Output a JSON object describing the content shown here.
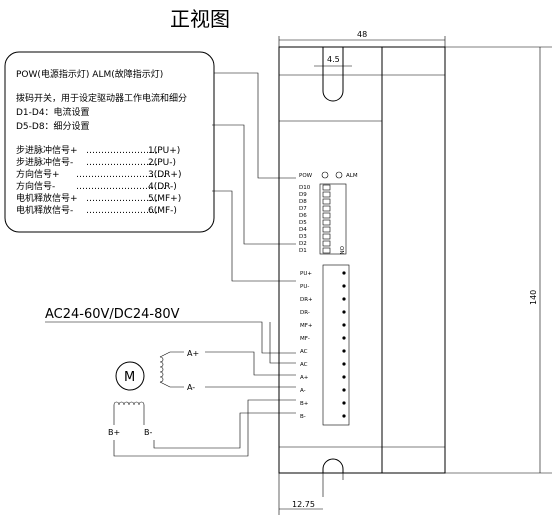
{
  "title": "正视图",
  "callout": {
    "indicators": "POW(电源指示灯)   ALM(故障指示灯)",
    "dip_desc": "拨码开关，用于设定驱动器工作电流和细分",
    "dip_current": "D1-D4：电流设置",
    "dip_micro": "D5-D8：细分设置",
    "signals": [
      {
        "name": "步进脉冲信号+",
        "dots": "……………………",
        "pin": "1(PU+)"
      },
      {
        "name": "步进脉冲信号-",
        "dots": "……………………",
        "pin": "2(PU-)"
      },
      {
        "name": "方向信号+",
        "dots": "…………………………",
        "pin": "3(DR+)"
      },
      {
        "name": "方向信号-",
        "dots": "…………………………",
        "pin": "4(DR-)"
      },
      {
        "name": "电机释放信号+",
        "dots": "……………………",
        "pin": "5(MF+)"
      },
      {
        "name": "电机释放信号-",
        "dots": "……………………",
        "pin": "6(MF-)"
      }
    ]
  },
  "power_label": "AC24-60V/DC24-80V",
  "motor": {
    "symbol": "M",
    "phase_a_plus": "A+",
    "phase_a_minus": "A-",
    "phase_b_plus": "B+",
    "phase_b_minus": "B-"
  },
  "device": {
    "led_pow": "POW",
    "led_alm": "ALM",
    "dip_labels": [
      "D10",
      "D9",
      "D8",
      "D7",
      "D6",
      "D5",
      "D4",
      "D3",
      "D2",
      "D1"
    ],
    "dip_on": "ON",
    "terminals": [
      "PU+",
      "PU-",
      "DR+",
      "DR-",
      "MF+",
      "MF-",
      "AC",
      "AC",
      "A+",
      "A-",
      "B+",
      "B-"
    ]
  },
  "dimensions": {
    "width": "48",
    "slot_width": "4.5",
    "height": "140",
    "bottom_offset": "12.75"
  }
}
